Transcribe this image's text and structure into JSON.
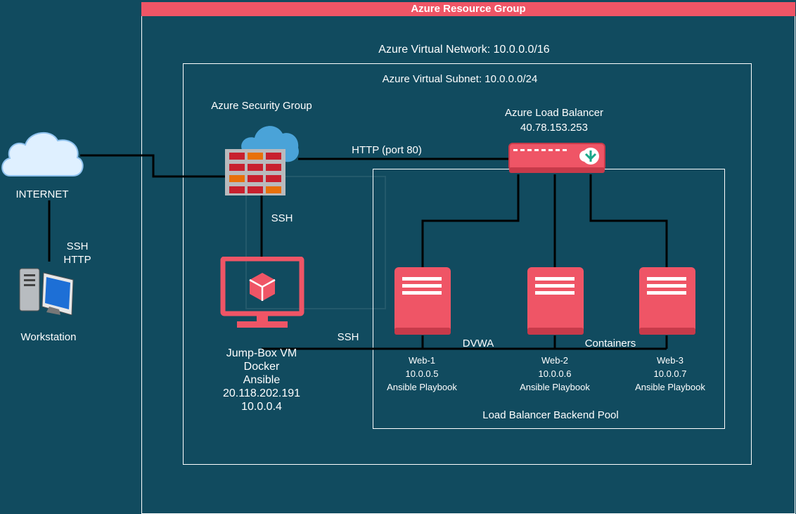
{
  "resource_group": {
    "title": "Azure Resource Group"
  },
  "vnet": {
    "label": "Azure Virtual Network: 10.0.0.0/16"
  },
  "subnet": {
    "label": "Azure Virtual Subnet: 10.0.0.0/24"
  },
  "security_group": {
    "label": "Azure Security Group"
  },
  "load_balancer": {
    "name": "Azure Load Balancer",
    "ip": "40.78.153.253"
  },
  "internet": {
    "label": "INTERNET"
  },
  "workstation": {
    "label": "Workstation",
    "link_labels": [
      "SSH",
      "HTTP"
    ]
  },
  "links": {
    "http": "HTTP (port 80)",
    "ssh_fw": "SSH",
    "ssh_web": "SSH",
    "dvwa": "DVWA",
    "containers": "Containers"
  },
  "jumpbox": {
    "lines": [
      "Jump-Box VM",
      "Docker",
      "Ansible",
      "20.118.202.191",
      "10.0.0.4"
    ]
  },
  "backend_pool": {
    "label": "Load Balancer Backend Pool"
  },
  "web_servers": [
    {
      "name": "Web-1",
      "ip": "10.0.0.5",
      "role": "Ansible Playbook"
    },
    {
      "name": "Web-2",
      "ip": "10.0.0.6",
      "role": "Ansible Playbook"
    },
    {
      "name": "Web-3",
      "ip": "10.0.0.7",
      "role": "Ansible Playbook"
    }
  ],
  "colors": {
    "background": "#114b5f",
    "accent": "#ef5566",
    "cloud": "#4aa3d8",
    "line": "#000000",
    "firewall_brick_red": "#c8202e",
    "firewall_brick_orange": "#e8700a"
  }
}
